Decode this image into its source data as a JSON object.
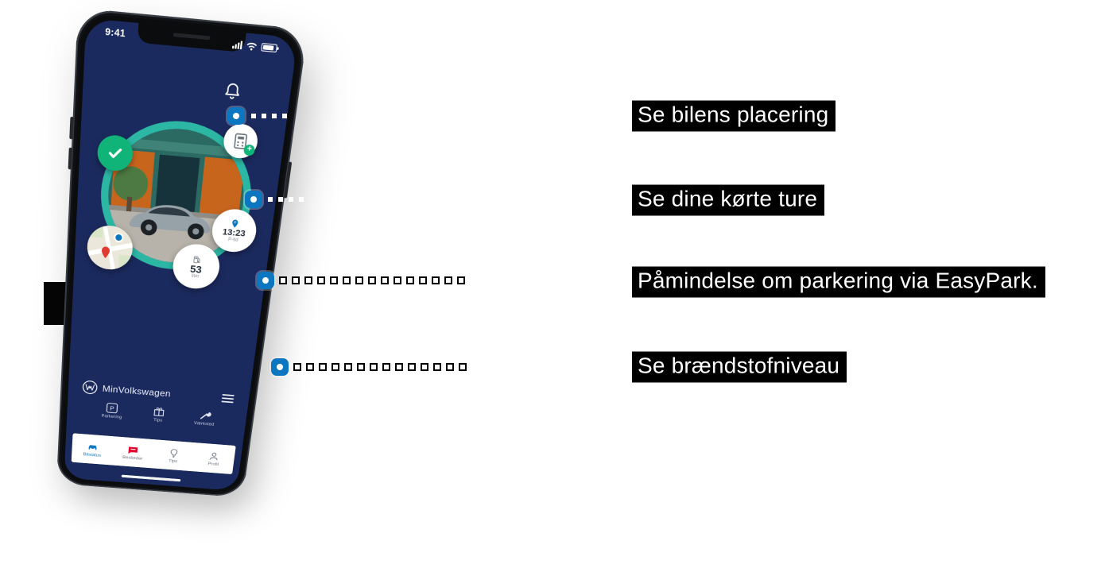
{
  "callouts": [
    {
      "label": "Se bilens placering"
    },
    {
      "label": "Se dine kørte ture"
    },
    {
      "label": "Påmindelse om parkering via EasyPark."
    },
    {
      "label": "Se brændstofniveau"
    }
  ],
  "phone": {
    "status": {
      "time": "9:41"
    },
    "app": {
      "brand": "MinVolkswagen",
      "widgets": {
        "parking": {
          "time": "13:23",
          "sub": "P-tid"
        },
        "fuel": {
          "value": "53",
          "sub": "liter"
        }
      },
      "shortcuts": [
        {
          "label": "Parkering"
        },
        {
          "label": "Tips"
        },
        {
          "label": "Værksted"
        }
      ],
      "nav": [
        {
          "label": "Bilstatus"
        },
        {
          "label": "Beskeder"
        },
        {
          "label": "Tips"
        },
        {
          "label": "Profil"
        }
      ]
    }
  },
  "colors": {
    "accent_blue": "#0d76c1",
    "screen_navy": "#1b2a5e",
    "ring_teal": "#2cb7a5",
    "check_green": "#10b478",
    "message_red": "#e4002c"
  }
}
